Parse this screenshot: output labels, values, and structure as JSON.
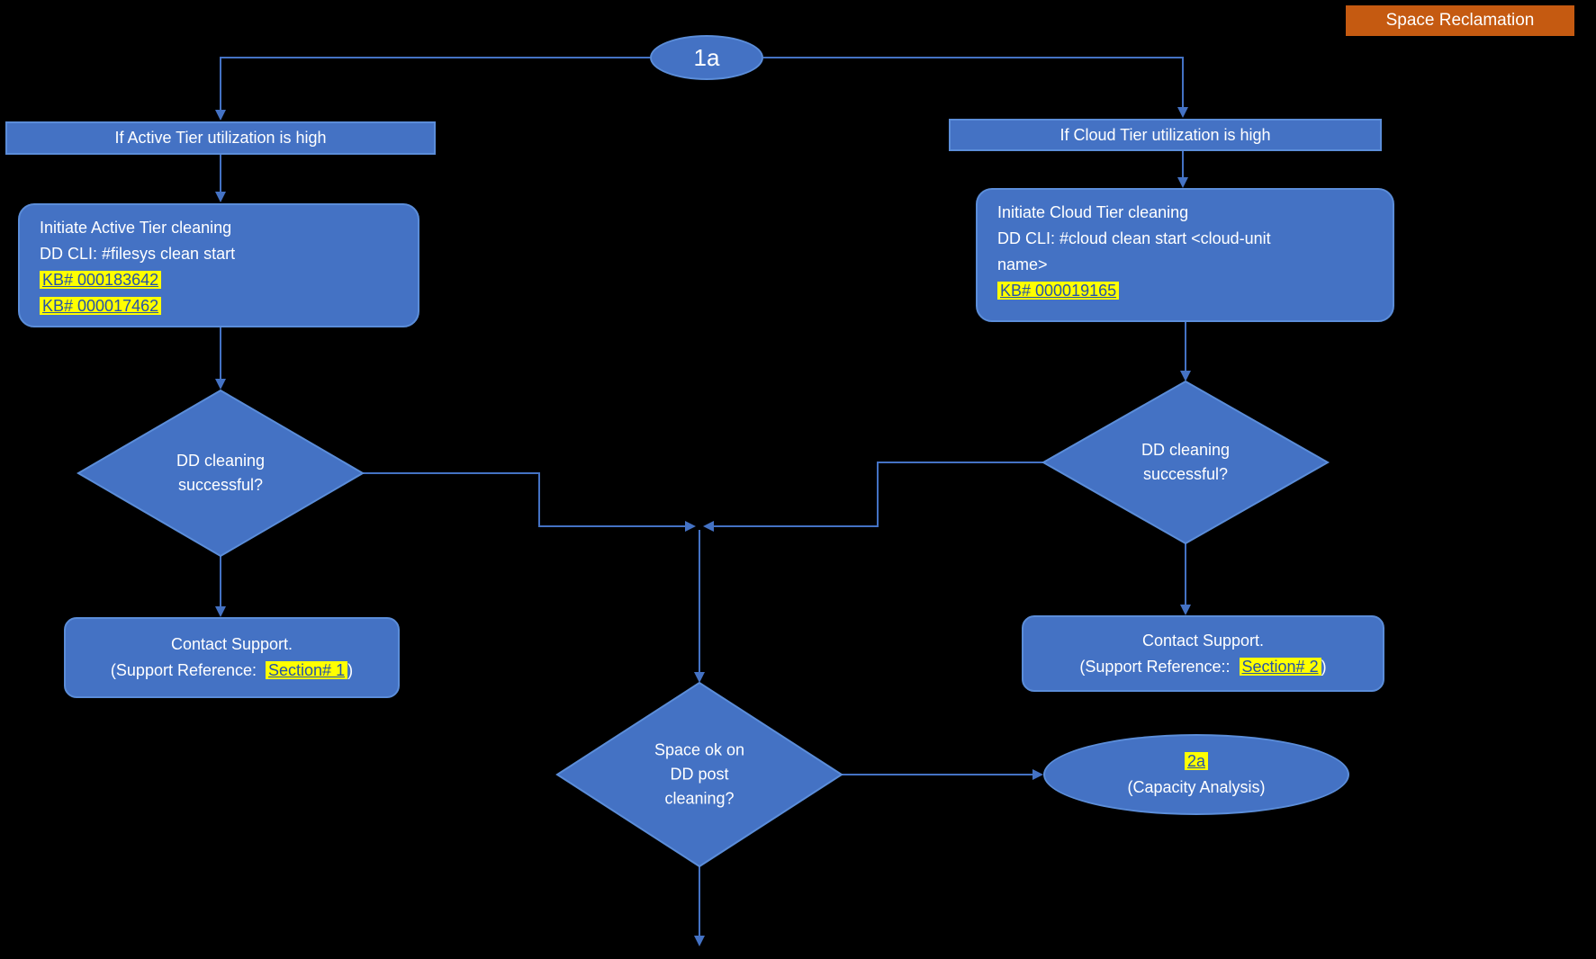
{
  "badge": {
    "label": "Space Reclamation"
  },
  "nodes": {
    "start": {
      "label": "1a"
    },
    "left_condition": {
      "label": "If Active Tier utilization is high"
    },
    "right_condition": {
      "label": "If Cloud Tier utilization is high"
    },
    "left_process": {
      "line1": "Initiate Active Tier cleaning",
      "line2": "DD CLI: #filesys clean start",
      "link1": "KB# 000183642",
      "link2": "KB# 000017462"
    },
    "right_process": {
      "line1": "Initiate Cloud Tier cleaning",
      "line2": "DD CLI: #cloud clean start <cloud-unit",
      "line3": "name>",
      "link1": "KB# 000019165"
    },
    "left_decision": {
      "line1": "DD cleaning",
      "line2": "successful?"
    },
    "right_decision": {
      "line1": "DD cleaning",
      "line2": "successful?"
    },
    "left_support": {
      "line1": "Contact Support.",
      "prefix": "(Support Reference:  ",
      "link": "Section# 1",
      "suffix": ")"
    },
    "right_support": {
      "line1": "Contact Support.",
      "prefix": "(Support Reference::  ",
      "link": "Section# 2",
      "suffix": ")"
    },
    "post_decision": {
      "line1": "Space ok on",
      "line2": "DD post",
      "line3": "cleaning?"
    },
    "end": {
      "link": "2a",
      "label": "(Capacity Analysis)"
    }
  },
  "colors": {
    "bg": "#000000",
    "shape_fill": "#4472C4",
    "shape_border": "#5B8DD9",
    "line": "#4472C4",
    "text": "#FFFFFF",
    "highlight": "#FFFF00",
    "link": "#2653A8",
    "badge_bg": "#C55A11",
    "badge_text": "#FFFFFF"
  }
}
